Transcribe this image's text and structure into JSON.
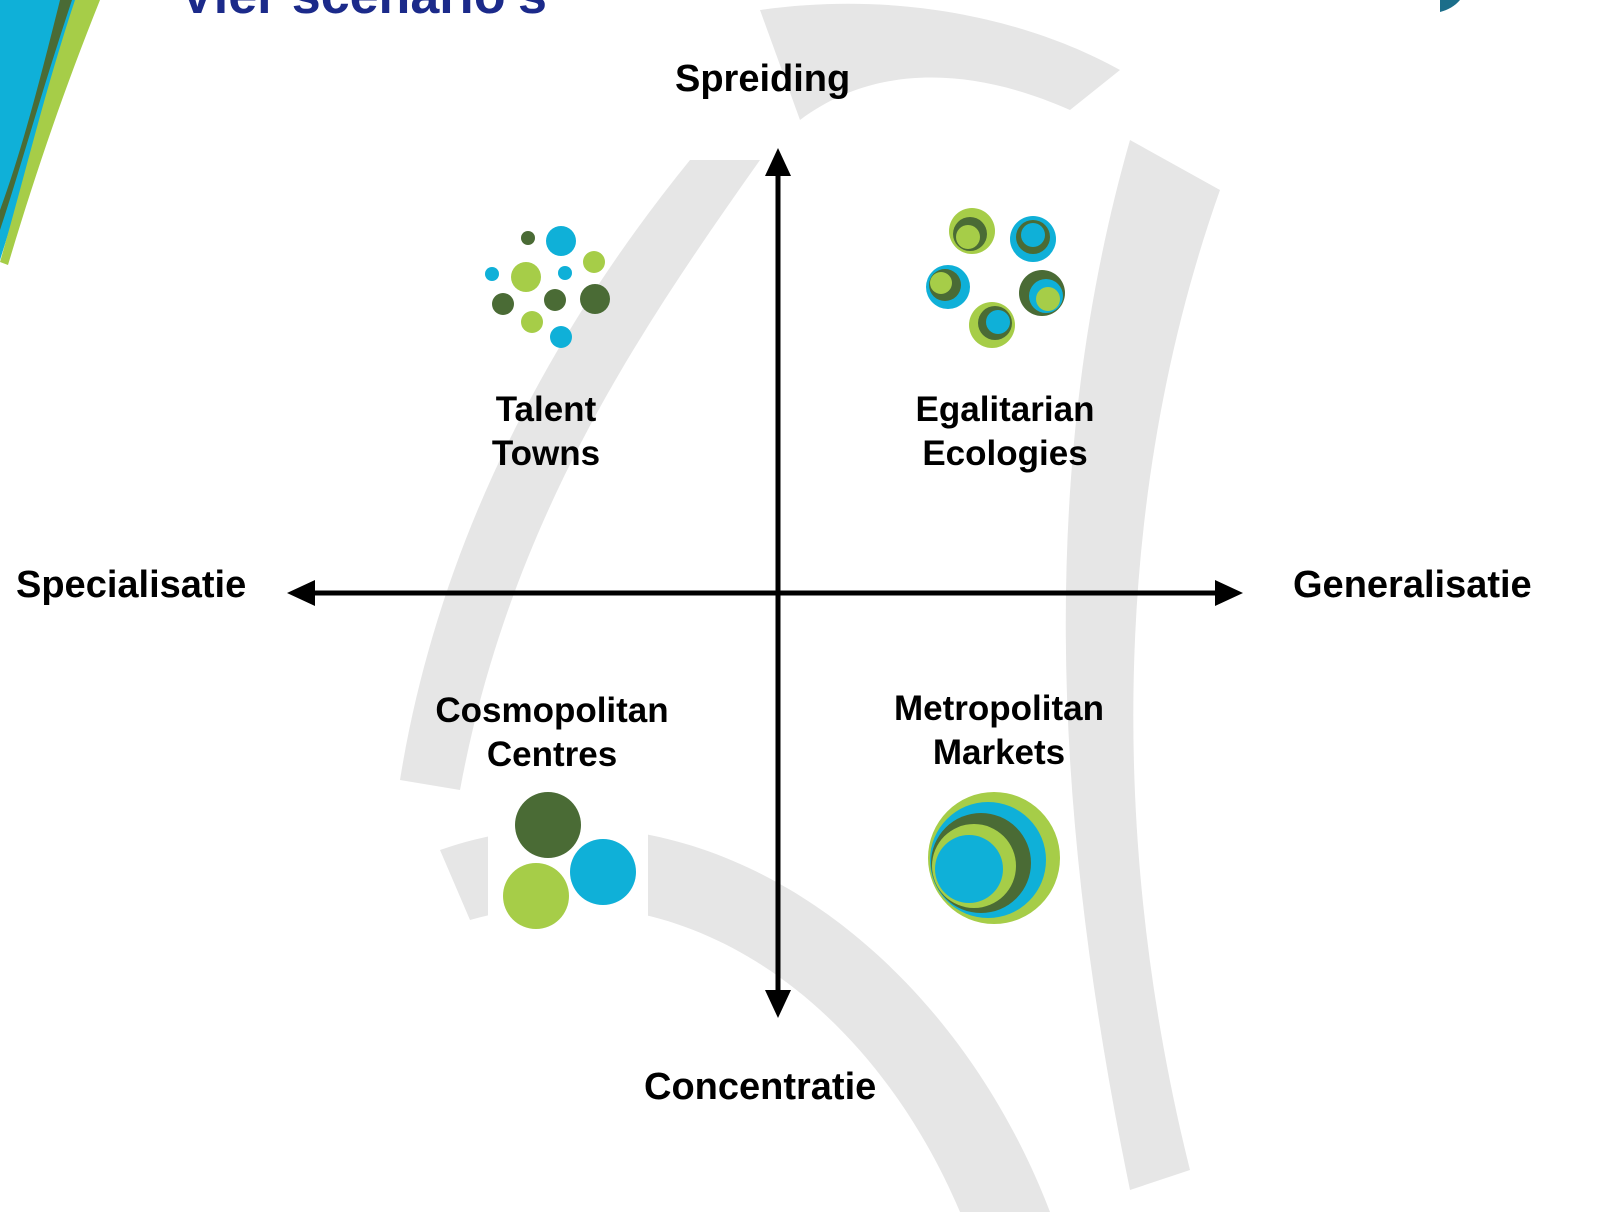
{
  "slide": {
    "title": "Vier scenario's"
  },
  "axes": {
    "top": "Spreiding",
    "bottom": "Concentratie",
    "left": "Specialisatie",
    "right": "Generalisatie"
  },
  "scenarios": [
    {
      "line1": "Talent",
      "line2": "Towns",
      "icon": "scattered-dots-icon"
    },
    {
      "line1": "Egalitarian",
      "line2": "Ecologies",
      "icon": "ring-cluster-icon"
    },
    {
      "line1": "Cosmopolitan",
      "line2": "Centres",
      "icon": "three-circles-icon"
    },
    {
      "line1": "Metropolitan",
      "line2": "Markets",
      "icon": "concentric-circles-icon"
    }
  ],
  "colors": {
    "dark_green": "#4a6b35",
    "light_green": "#a6cd48",
    "cyan": "#0fb0d8",
    "swoosh_gray": "#e6e6e6",
    "title_blue": "#1b2a8a"
  }
}
